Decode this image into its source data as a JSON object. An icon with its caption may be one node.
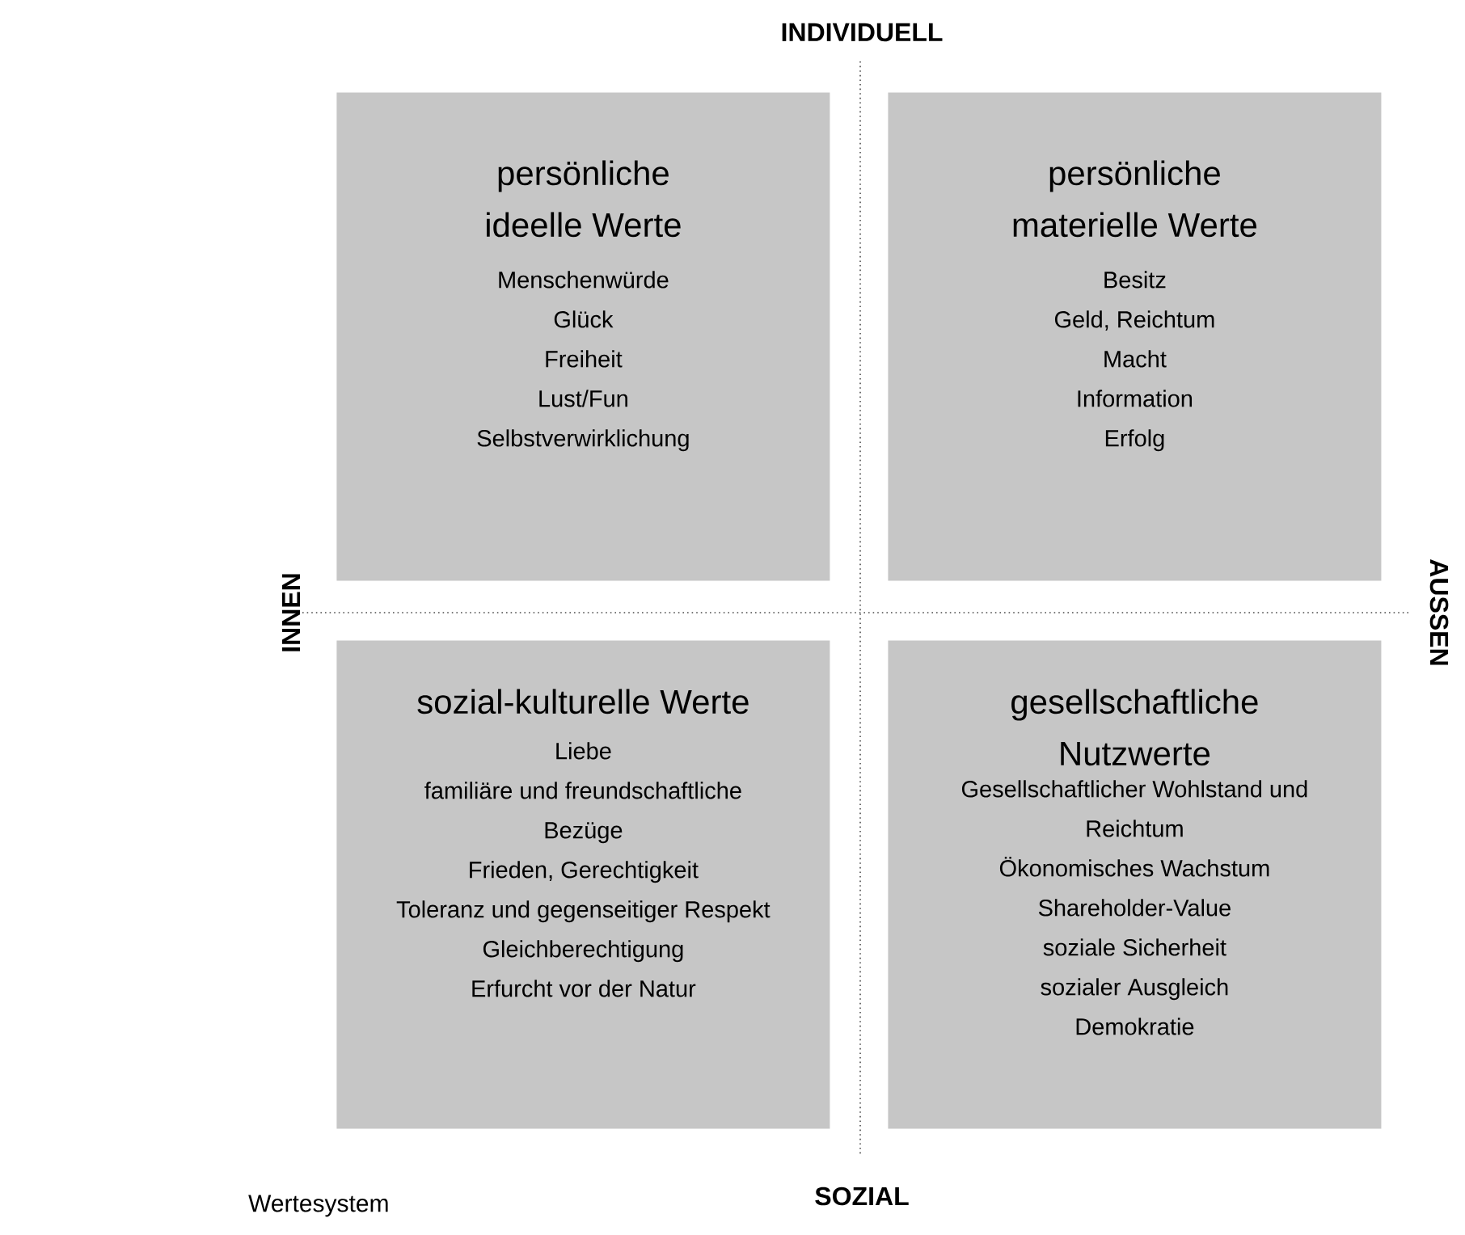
{
  "diagram": {
    "caption": "Wertesystem",
    "nodes": [
      {
        "text": [
          "persönliche ideelle Werte",
          "Menschenwürde",
          "Glück",
          "Freiheit",
          "Lust/Fun",
          "Selbstverwirklichung"
        ]
      },
      {
        "text": [
          "persönliche materielle Werte",
          "Besitz",
          "Geld, Reichtum",
          "Macht",
          "Information",
          "Erfolg"
        ]
      },
      {
        "text": [
          "sozial-kulturelle Werte",
          "Liebe",
          "familiäre und freundschaftliche Bezüge",
          "Frieden, Gerechtigkeit",
          "Toleranz und gegenseitiger Respekt",
          "Gleichberechtigung",
          "Erfurcht vor der Natur"
        ]
      },
      {
        "text": [
          "gesellschaftliche Nutzwerte",
          "Gesellschaftlicher Wohlstand und Reichtum",
          "Ökonomisches Wachstum",
          "Shareholder-Value",
          "soziale Sicherheit",
          "sozialer Ausgleich",
          "Demokratie"
        ]
      }
    ],
    "labels": [
      "INDIVIDUELL",
      "INNEN",
      "AUSSEN",
      "SOZIAL"
    ]
  }
}
